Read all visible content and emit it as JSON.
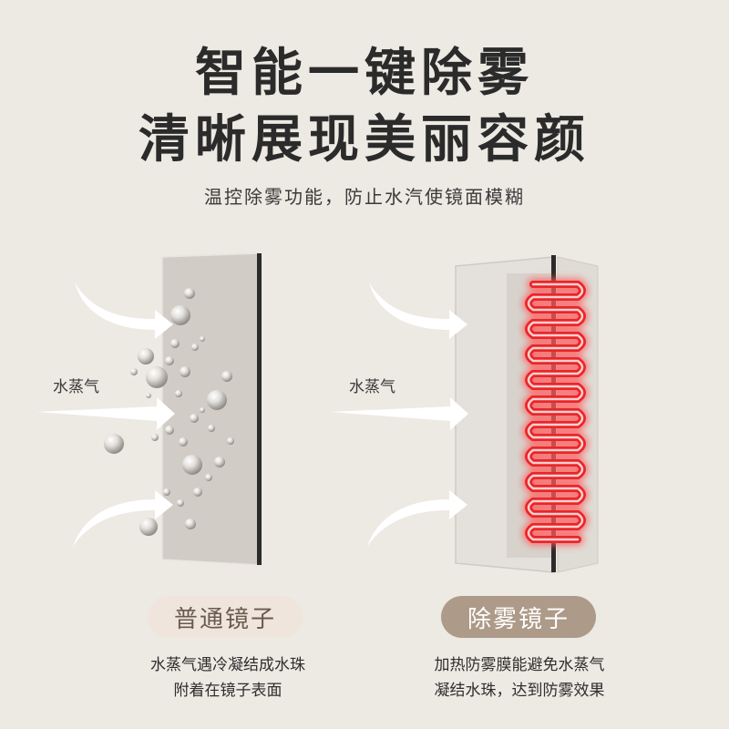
{
  "headline": {
    "line1": "智能一键除雾",
    "line2": "清晰展现美丽容颜"
  },
  "subtitle": "温控除雾功能，防止水汽使镜面模糊",
  "left_panel": {
    "steam_label": "水蒸气",
    "badge": "普通镜子",
    "desc_line1": "水蒸气遇冷凝结成水珠",
    "desc_line2": "附着在镜子表面"
  },
  "right_panel": {
    "steam_label": "水蒸气",
    "badge": "除雾镜子",
    "desc_line1": "加热防雾膜能避免水蒸气",
    "desc_line2": "凝结水珠，达到防雾效果"
  },
  "colors": {
    "background": "#ede9e3",
    "heater": "#e8262a",
    "badge_left": "#efe5dc",
    "badge_right": "#ad9a88"
  }
}
